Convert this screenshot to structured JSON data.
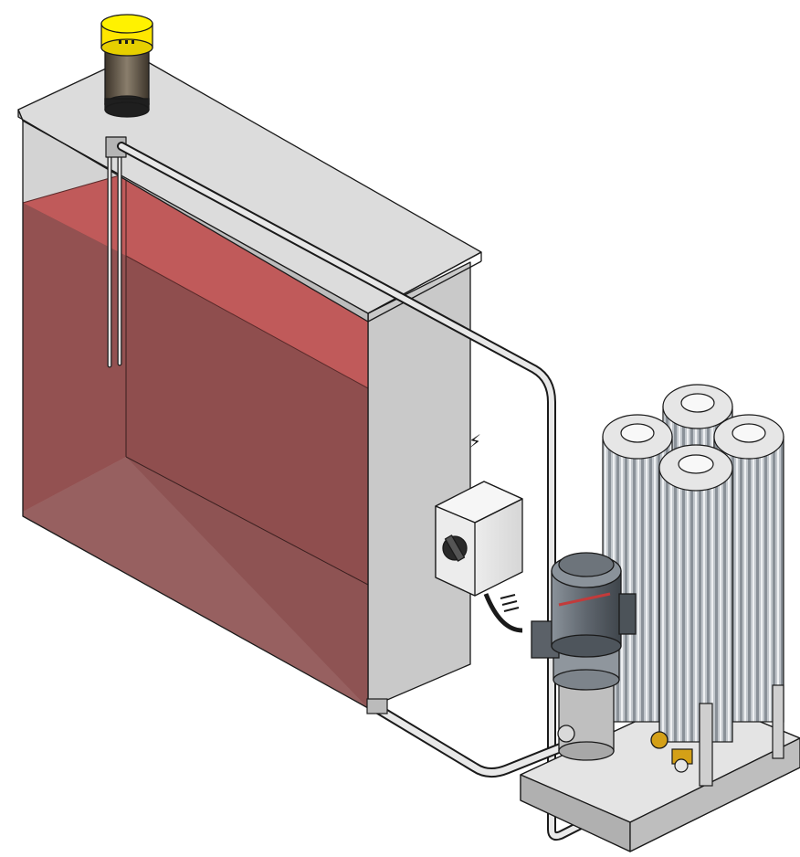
{
  "figure": {
    "annotation": "⚡",
    "colors": {
      "background": "#ffffff",
      "outline": "#1a1a1a",
      "tank_panel_light": "#d9d9d9",
      "tank_panel_mid": "#c4c4c4",
      "tank_panel_dark": "#a9a9a9",
      "fluid_top": "#c86464",
      "fluid_front": "#8a5050",
      "fluid_back_wall": "#6a3a3a",
      "fluid_side_wall": "#9a3838",
      "breather_cap": "#ffe600",
      "breather_body": "#6e6456",
      "pipe": "#e2e2e2",
      "motor_housing": "#646b73",
      "filter_fins": "#b8bec4",
      "filter_caps": "#e6e6e6",
      "skid_frame": "#c8c8c8",
      "switch_box": "#f2f2f2",
      "switch_knob": "#2a2a2a",
      "valve_yellow": "#d4a017"
    },
    "components": [
      "breather-filter",
      "reservoir-tank",
      "hydraulic-fluid",
      "suction-pipe",
      "return-pipe",
      "electrical-switch-box",
      "electric-motor",
      "pump-unit",
      "filter-bank",
      "base-skid"
    ]
  }
}
